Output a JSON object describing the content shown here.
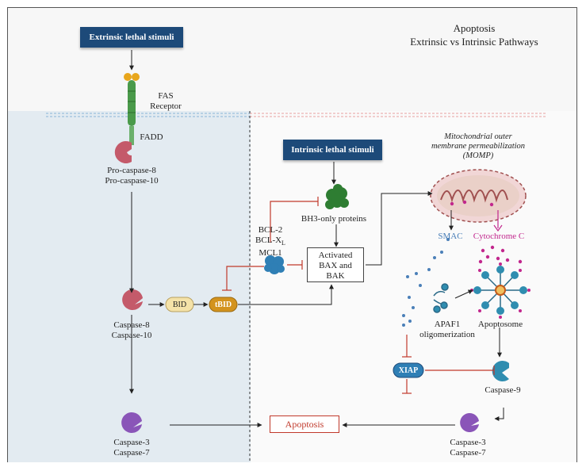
{
  "title": {
    "line1": "Apoptosis",
    "line2": "Extrinsic vs Intrinsic Pathways"
  },
  "extrinsic_stimuli": "Extrinsic lethal stimuli",
  "intrinsic_stimuli": "Intrinsic lethal stimuli",
  "fas_receptor": {
    "line1": "FAS",
    "line2": "Receptor"
  },
  "fadd": "FADD",
  "pro_caspase": {
    "line1": "Pro-caspase-8",
    "line2": "Pro-caspase-10"
  },
  "caspase_8_10": {
    "line1": "Caspase-8",
    "line2": "Caspase-10"
  },
  "caspase_3_7_left": {
    "line1": "Caspase-3",
    "line2": "Caspase-7"
  },
  "caspase_3_7_right": {
    "line1": "Caspase-3",
    "line2": "Caspase-7"
  },
  "bid": "BID",
  "tbid": "tBID",
  "bcl_family": {
    "line1": "BCL-2",
    "line2": "BCL-X",
    "line2_sub": "L",
    "line3": "MCL1"
  },
  "bh3_only": "BH3-only proteins",
  "bax_bak": {
    "line1": "Activated",
    "line2": "BAX and",
    "line3": "BAK"
  },
  "momp": {
    "line1": "Mitochondrial outer",
    "line2": "membrane permeabilization",
    "line3": "(MOMP)"
  },
  "smac": "SMAC",
  "cytochrome_c": "Cytochrome C",
  "apaf1": {
    "line1": "APAF1",
    "line2": "oligomerization"
  },
  "apoptosome": "Apoptosome",
  "xiap": "XIAP",
  "caspase_9": "Caspase-9",
  "apoptosis": "Apoptosis",
  "colors": {
    "dark_box": "#1d4a79",
    "caspase_8": "#c45a6a",
    "caspase_3": "#8a55b8",
    "caspase_9": "#2f8db0",
    "bid": "#f4e2a8",
    "tbid": "#d3931e",
    "green": "#2e7d32",
    "inhibit_red": "#c0392b",
    "cyto_c": "#c2278d",
    "smac": "#4a7fb8"
  }
}
